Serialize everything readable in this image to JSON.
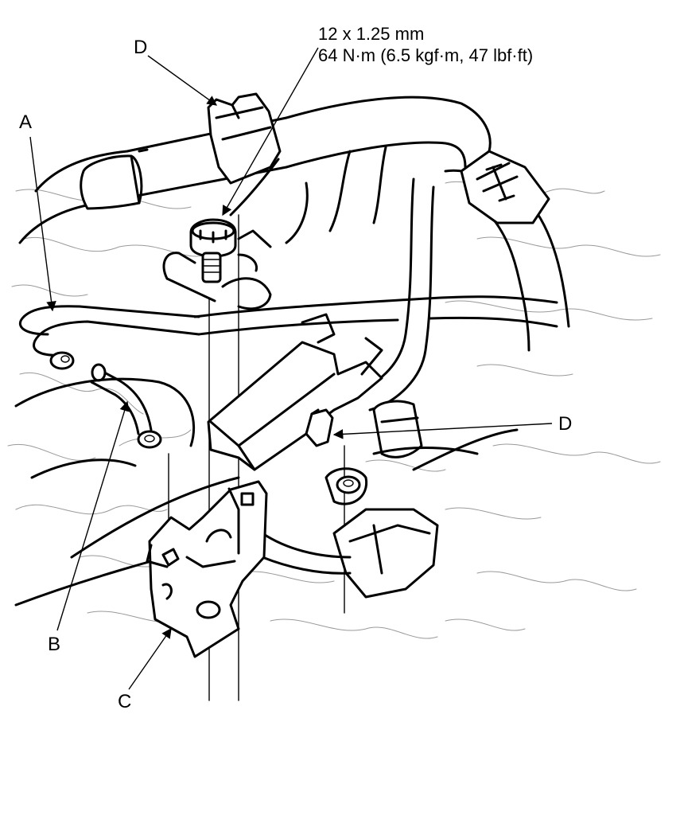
{
  "callouts": {
    "a": "A",
    "b": "B",
    "c": "C",
    "d_top": "D",
    "d_right": "D"
  },
  "torque_spec": {
    "size": "12 x 1.25 mm",
    "value": "64 N·m (6.5 kgf·m, 47 lbf·ft)"
  }
}
